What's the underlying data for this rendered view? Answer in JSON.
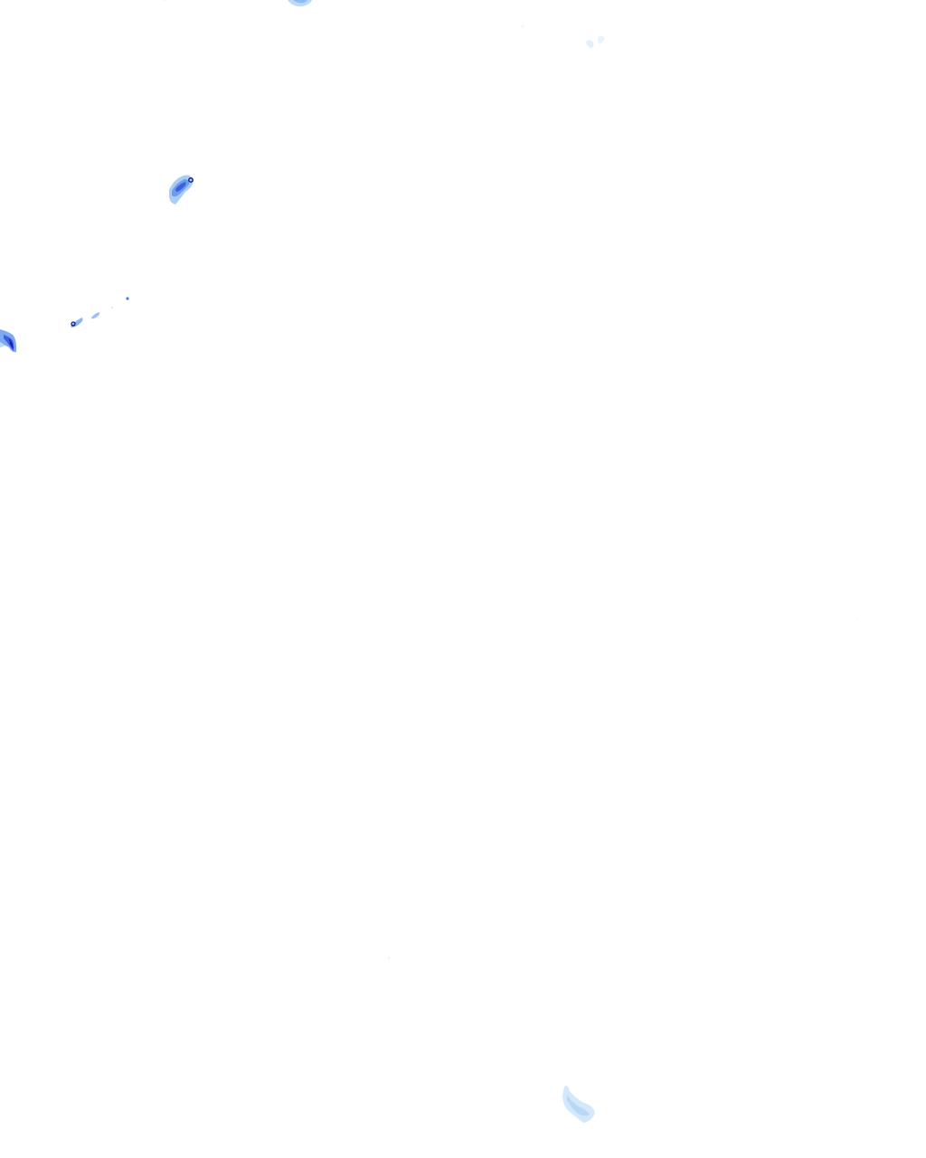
{
  "map": {
    "layer": "precipitation-radar-overlay",
    "background_color": "#ffffff",
    "intensity_colors": {
      "very_light": "#d6ebfa",
      "light": "#a9d0f5",
      "moderate": "#5f93ec",
      "heavy": "#2f4fe0",
      "very_heavy": "#1a1ab4",
      "extreme": "#0b0b7a"
    },
    "echo_cells": [
      {
        "id": "cell-top-edge",
        "intensity": "light"
      },
      {
        "id": "cell-top-right-faint",
        "intensity": "very_light"
      },
      {
        "id": "cell-upper-left",
        "intensity": "heavy"
      },
      {
        "id": "cell-left-band",
        "intensity": "moderate"
      },
      {
        "id": "cell-left-edge",
        "intensity": "very_heavy"
      },
      {
        "id": "cell-bottom",
        "intensity": "light"
      }
    ]
  }
}
